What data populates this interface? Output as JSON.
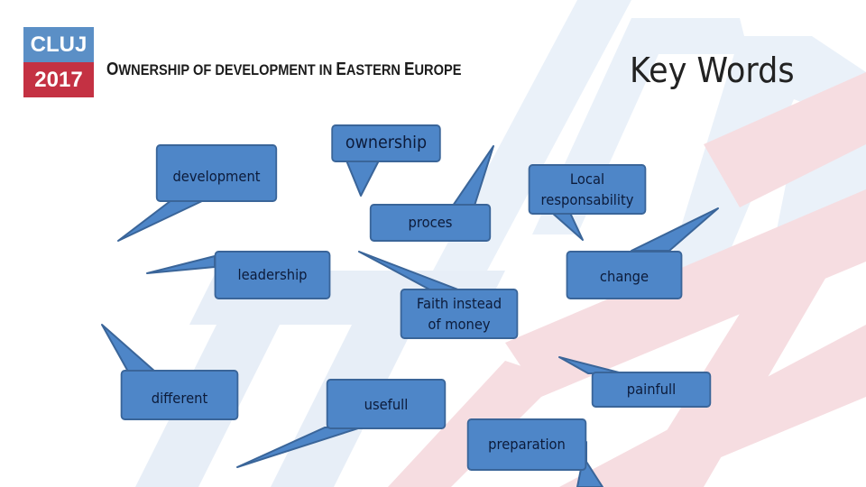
{
  "logo": {
    "line1": "CLUJ",
    "line2": "2017",
    "colors": {
      "top": "#5b8fc6",
      "bottom": "#c43143"
    }
  },
  "header": {
    "subtitle_parts": [
      "O",
      "WNERSHIP OF DEVELOPMENT IN ",
      "E",
      "ASTERN ",
      "E",
      "UROPE"
    ]
  },
  "title": "Key Words",
  "callout_color": "#4e86c8",
  "callouts": {
    "ownership": "ownership",
    "development": "development",
    "local_responsability": "Local\nresponsability",
    "proces": "proces",
    "leadership": "leadership",
    "change": "change",
    "faith_instead_of_money": "Faith instead\nof money",
    "different": "different",
    "usefull": "usefull",
    "painfull": "painfull",
    "preparation": "preparation"
  }
}
